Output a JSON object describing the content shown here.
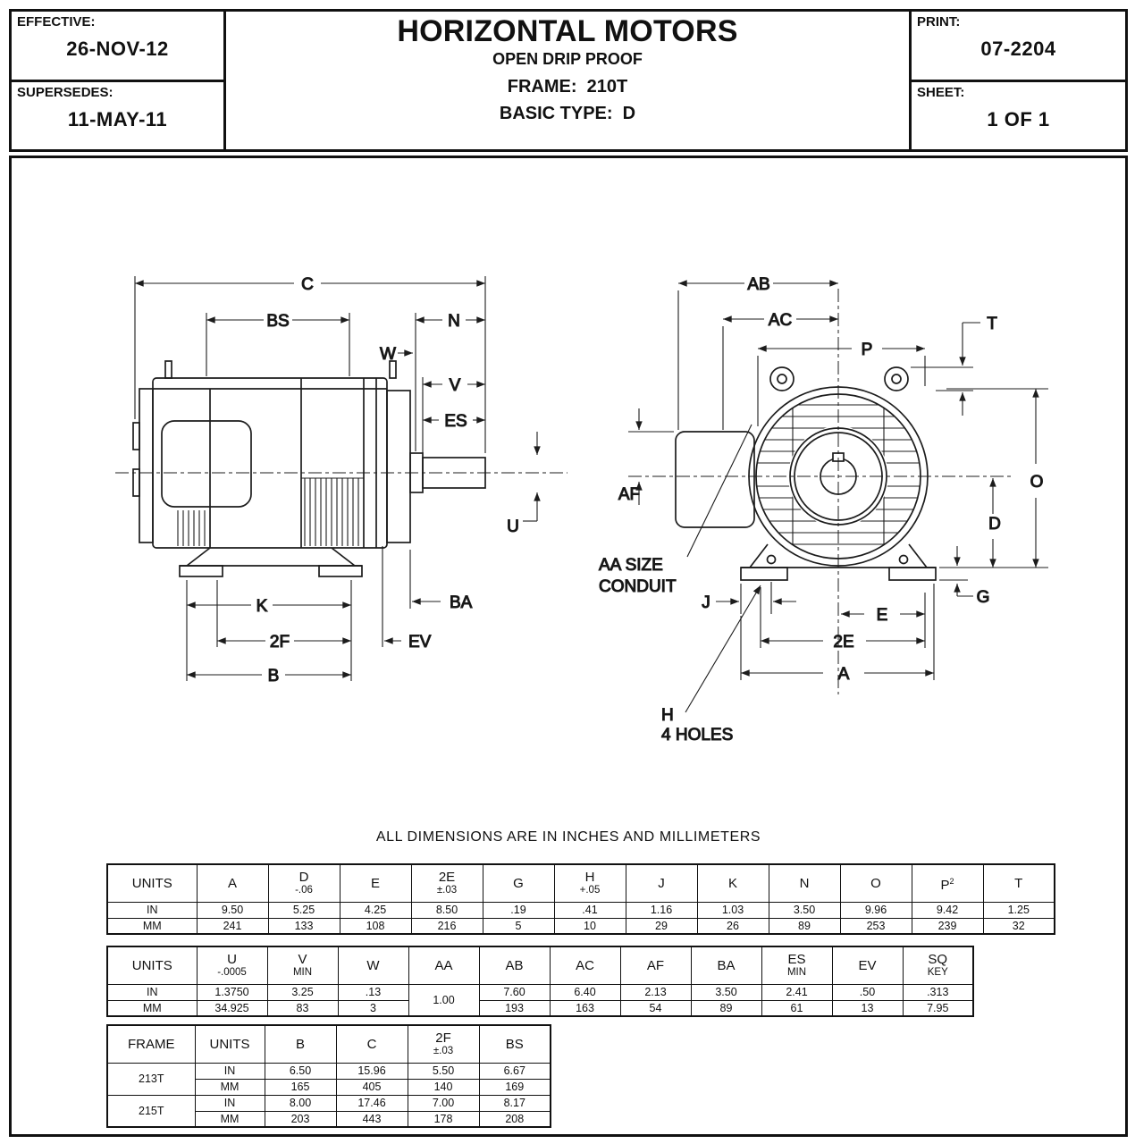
{
  "header": {
    "effective_label": "EFFECTIVE:",
    "effective_value": "26-NOV-12",
    "supersedes_label": "SUPERSEDES:",
    "supersedes_value": "11-MAY-11",
    "title": "HORIZONTAL MOTORS",
    "subtitle": "OPEN DRIP PROOF",
    "frame_line": "FRAME:  210T",
    "type_line": "BASIC TYPE:  D",
    "print_label": "PRINT:",
    "print_value": "07-2204",
    "sheet_label": "SHEET:",
    "sheet_value": "1  OF  1"
  },
  "drawing": {
    "labels": {
      "C": "C",
      "BS": "BS",
      "N": "N",
      "W": "W",
      "V": "V",
      "ES": "ES",
      "U": "U",
      "K": "K",
      "F2": "2F",
      "B": "B",
      "BA": "BA",
      "EV": "EV",
      "AB": "AB",
      "AC": "AC",
      "P": "P",
      "T": "T",
      "O": "O",
      "D": "D",
      "G": "G",
      "AF": "AF",
      "J": "J",
      "E": "E",
      "E2": "2E",
      "A": "A"
    },
    "notes": {
      "conduit_line1": "AA SIZE",
      "conduit_line2": "CONDUIT",
      "holes_line1": "H",
      "holes_line2": "4 HOLES"
    }
  },
  "note": "ALL DIMENSIONS ARE IN INCHES AND MILLIMETERS",
  "table1": {
    "units_header": "UNITS",
    "columns": [
      {
        "l1": "A",
        "l2": ""
      },
      {
        "l1": "D",
        "l2": "-.06"
      },
      {
        "l1": "E",
        "l2": ""
      },
      {
        "l1": "2E",
        "l2": "±.03"
      },
      {
        "l1": "G",
        "l2": ""
      },
      {
        "l1": "H",
        "l2": "+.05"
      },
      {
        "l1": "J",
        "l2": ""
      },
      {
        "l1": "K",
        "l2": ""
      },
      {
        "l1": "N",
        "l2": ""
      },
      {
        "l1": "O",
        "l2": ""
      },
      {
        "l1": "P",
        "sup": "2",
        "l2": ""
      },
      {
        "l1": "T",
        "l2": ""
      }
    ],
    "in_label": "IN",
    "mm_label": "MM",
    "in_values": [
      "9.50",
      "5.25",
      "4.25",
      "8.50",
      ".19",
      ".41",
      "1.16",
      "1.03",
      "3.50",
      "9.96",
      "9.42",
      "1.25"
    ],
    "mm_values": [
      "241",
      "133",
      "108",
      "216",
      "5",
      "10",
      "29",
      "26",
      "89",
      "253",
      "239",
      "32"
    ]
  },
  "table2": {
    "units_header": "UNITS",
    "columns": [
      {
        "l1": "U",
        "l2": "-.0005"
      },
      {
        "l1": "V",
        "l2": "MIN"
      },
      {
        "l1": "W",
        "l2": ""
      },
      {
        "l1": "AA",
        "l2": ""
      },
      {
        "l1": "AB",
        "l2": ""
      },
      {
        "l1": "AC",
        "l2": ""
      },
      {
        "l1": "AF",
        "l2": ""
      },
      {
        "l1": "BA",
        "l2": ""
      },
      {
        "l1": "ES",
        "l2": "MIN"
      },
      {
        "l1": "EV",
        "l2": ""
      },
      {
        "l1": "SQ",
        "l2": "KEY"
      }
    ],
    "in_label": "IN",
    "mm_label": "MM",
    "aa_value": "1.00",
    "in_values": [
      "1.3750",
      "3.25",
      ".13",
      "7.60",
      "6.40",
      "2.13",
      "3.50",
      "2.41",
      ".50",
      ".313"
    ],
    "mm_values": [
      "34.925",
      "83",
      "3",
      "193",
      "163",
      "54",
      "89",
      "61",
      "13",
      "7.95"
    ]
  },
  "table3": {
    "frame_header": "FRAME",
    "units_header": "UNITS",
    "columns": [
      {
        "l1": "B",
        "l2": ""
      },
      {
        "l1": "C",
        "l2": ""
      },
      {
        "l1": "2F",
        "l2": "±.03"
      },
      {
        "l1": "BS",
        "l2": ""
      }
    ],
    "in_label": "IN",
    "mm_label": "MM",
    "groups": [
      {
        "frame": "213T",
        "in_values": [
          "6.50",
          "15.96",
          "5.50",
          "6.67"
        ],
        "mm_values": [
          "165",
          "405",
          "140",
          "169"
        ]
      },
      {
        "frame": "215T",
        "in_values": [
          "8.00",
          "17.46",
          "7.00",
          "8.17"
        ],
        "mm_values": [
          "203",
          "443",
          "178",
          "208"
        ]
      }
    ]
  }
}
